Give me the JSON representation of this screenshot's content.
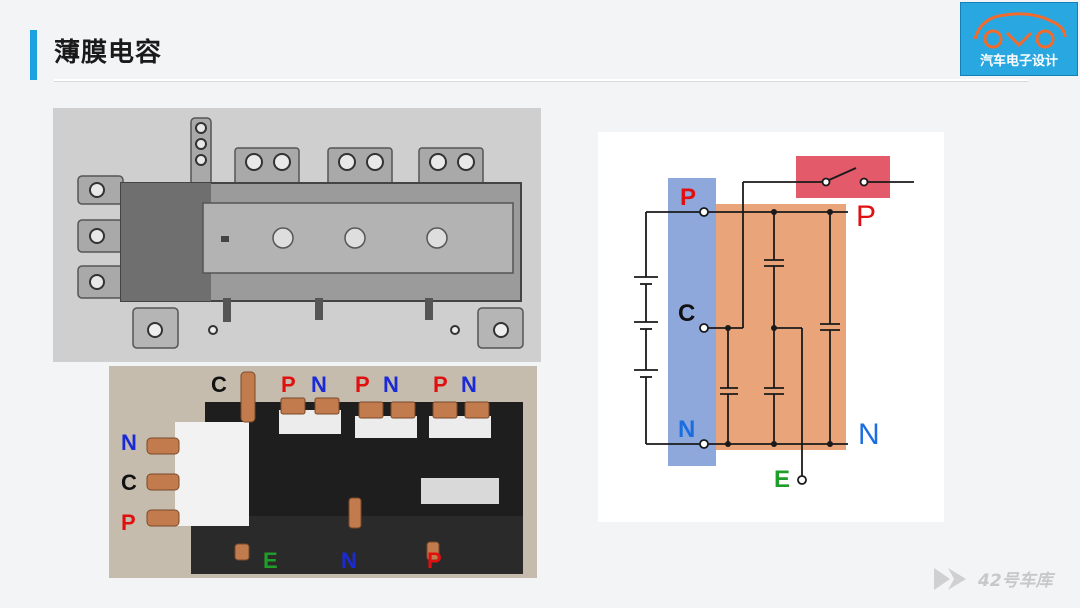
{
  "title": "薄膜电容",
  "logo": {
    "text": "汽车电子设计"
  },
  "photo_top": {},
  "photo_bottom": {
    "top_labels": [
      {
        "text": "C",
        "color": "#111111"
      },
      {
        "text": "P",
        "color": "#e01010"
      },
      {
        "text": "N",
        "color": "#1a2bd6"
      },
      {
        "text": "P",
        "color": "#e01010"
      },
      {
        "text": "N",
        "color": "#1a2bd6"
      },
      {
        "text": "P",
        "color": "#e01010"
      },
      {
        "text": "N",
        "color": "#1a2bd6"
      }
    ],
    "left_labels": [
      {
        "text": "N",
        "color": "#1a2bd6"
      },
      {
        "text": "C",
        "color": "#111111"
      },
      {
        "text": "P",
        "color": "#e01010"
      }
    ],
    "bottom_labels": [
      {
        "text": "E",
        "color": "#1f9e2a"
      },
      {
        "text": "N",
        "color": "#1a2bd6"
      },
      {
        "text": "P",
        "color": "#e01010"
      }
    ]
  },
  "schematic": {
    "terminals_left": {
      "P": "P",
      "C": "C",
      "N": "N"
    },
    "terminals_right": {
      "P": "P",
      "N": "N"
    },
    "terminal_bottom": "E",
    "colors": {
      "P": "#e01010",
      "N": "#1a6ee0",
      "C": "#111111",
      "E": "#1f9e2a",
      "blue_bar": "#8fa8dc",
      "orange_box": "#e9a47a",
      "switch_box": "#e35a6a"
    }
  },
  "watermark": {
    "text": "42号车库"
  }
}
